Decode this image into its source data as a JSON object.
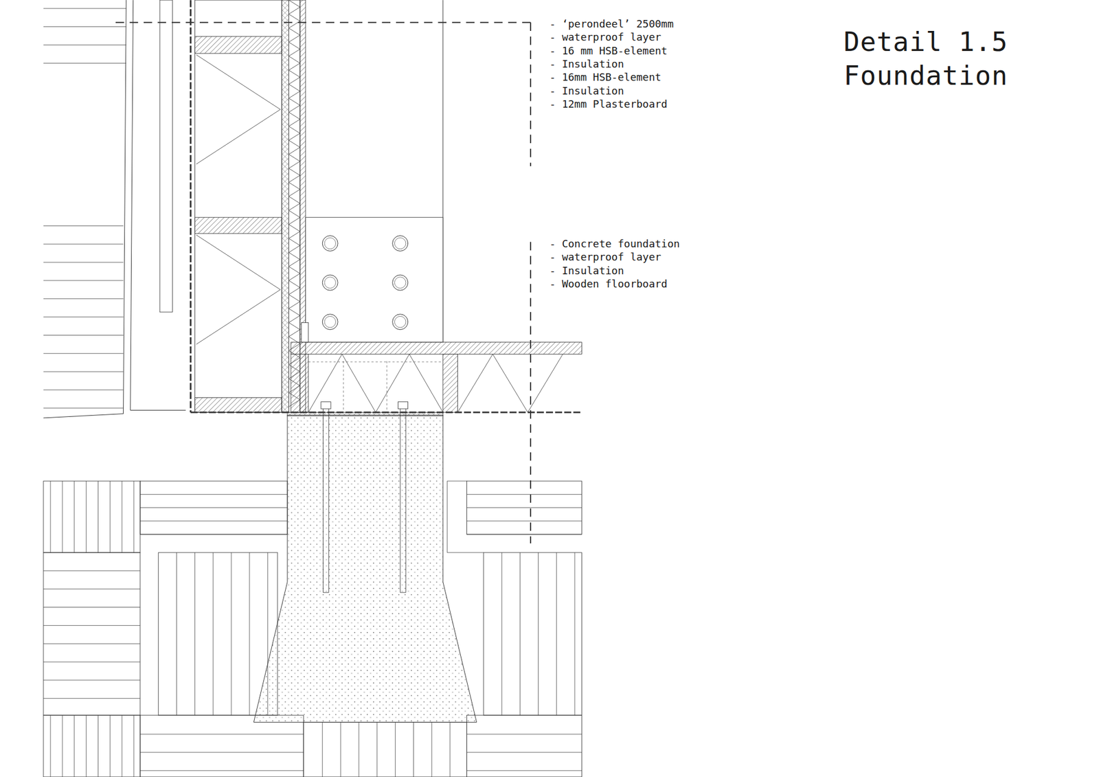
{
  "diagram": {
    "title": "Detail 1.5 Foundation",
    "labels": [
      "- ‘perondeel’ 2500mm",
      "- waterproof layer",
      "- 16 mm HSB-element",
      "- Insulation",
      "- 16mm HSB-element",
      "- Insulation",
      "- 12mm Plasterboard",
      "- Concrete foundation",
      "- waterproof layer",
      "- Insulation",
      "- Wooden floorboard"
    ]
  }
}
